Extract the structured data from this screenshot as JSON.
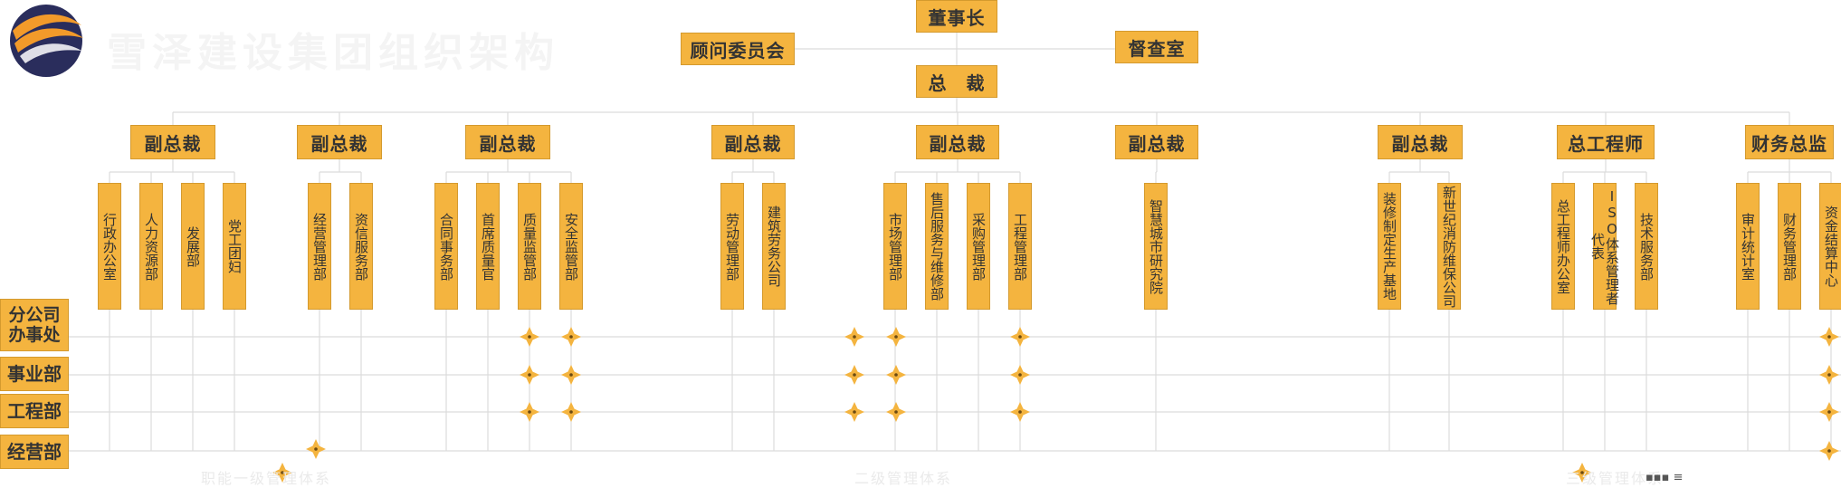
{
  "brand": {
    "title": "雪泽建设集团组织架构",
    "colors": {
      "box": "#f4b43f",
      "line": "#dcdcdc",
      "logo_orange": "#f29a2a",
      "logo_navy": "#2a2d5c"
    }
  },
  "top": {
    "chairman": "董事长",
    "advisory": "顾问委员会",
    "supervision": "督查室",
    "president": "总　裁"
  },
  "groups": [
    {
      "head": "副总裁",
      "depts": [
        "行政办公室",
        "人力资源部",
        "发展部",
        "党工团妇"
      ]
    },
    {
      "head": "副总裁",
      "depts": [
        "经营管理部",
        "资信服务部"
      ]
    },
    {
      "head": "副总裁",
      "depts": [
        "合同事务部",
        "首席质量官",
        "质量监管部",
        "安全监管部"
      ]
    },
    {
      "head": "副总裁",
      "depts": [
        "劳动管理部",
        "建筑劳务公司"
      ]
    },
    {
      "head": "副总裁",
      "depts": [
        "市场管理部",
        "售后服务与维修部",
        "采购管理部",
        "工程管理部"
      ]
    },
    {
      "head": "副总裁",
      "depts": [
        "智慧城市研究院"
      ]
    },
    {
      "head": "副总裁",
      "depts": [
        "装修制定生产基地",
        "新世纪消防维保公司"
      ]
    },
    {
      "head": "总工程师",
      "depts": [
        "总工程师办公室",
        "ISO体系管理者代表",
        "技术服务部"
      ]
    },
    {
      "head": "财务总监",
      "depts": [
        "审计统计室",
        "财务管理部",
        "资金结算中心"
      ]
    }
  ],
  "rows": [
    "分公司办事处",
    "事业部",
    "工程部",
    "经营部"
  ],
  "footer": [
    "职能一级管理体系",
    "二级管理体系",
    "三级管理体系"
  ]
}
